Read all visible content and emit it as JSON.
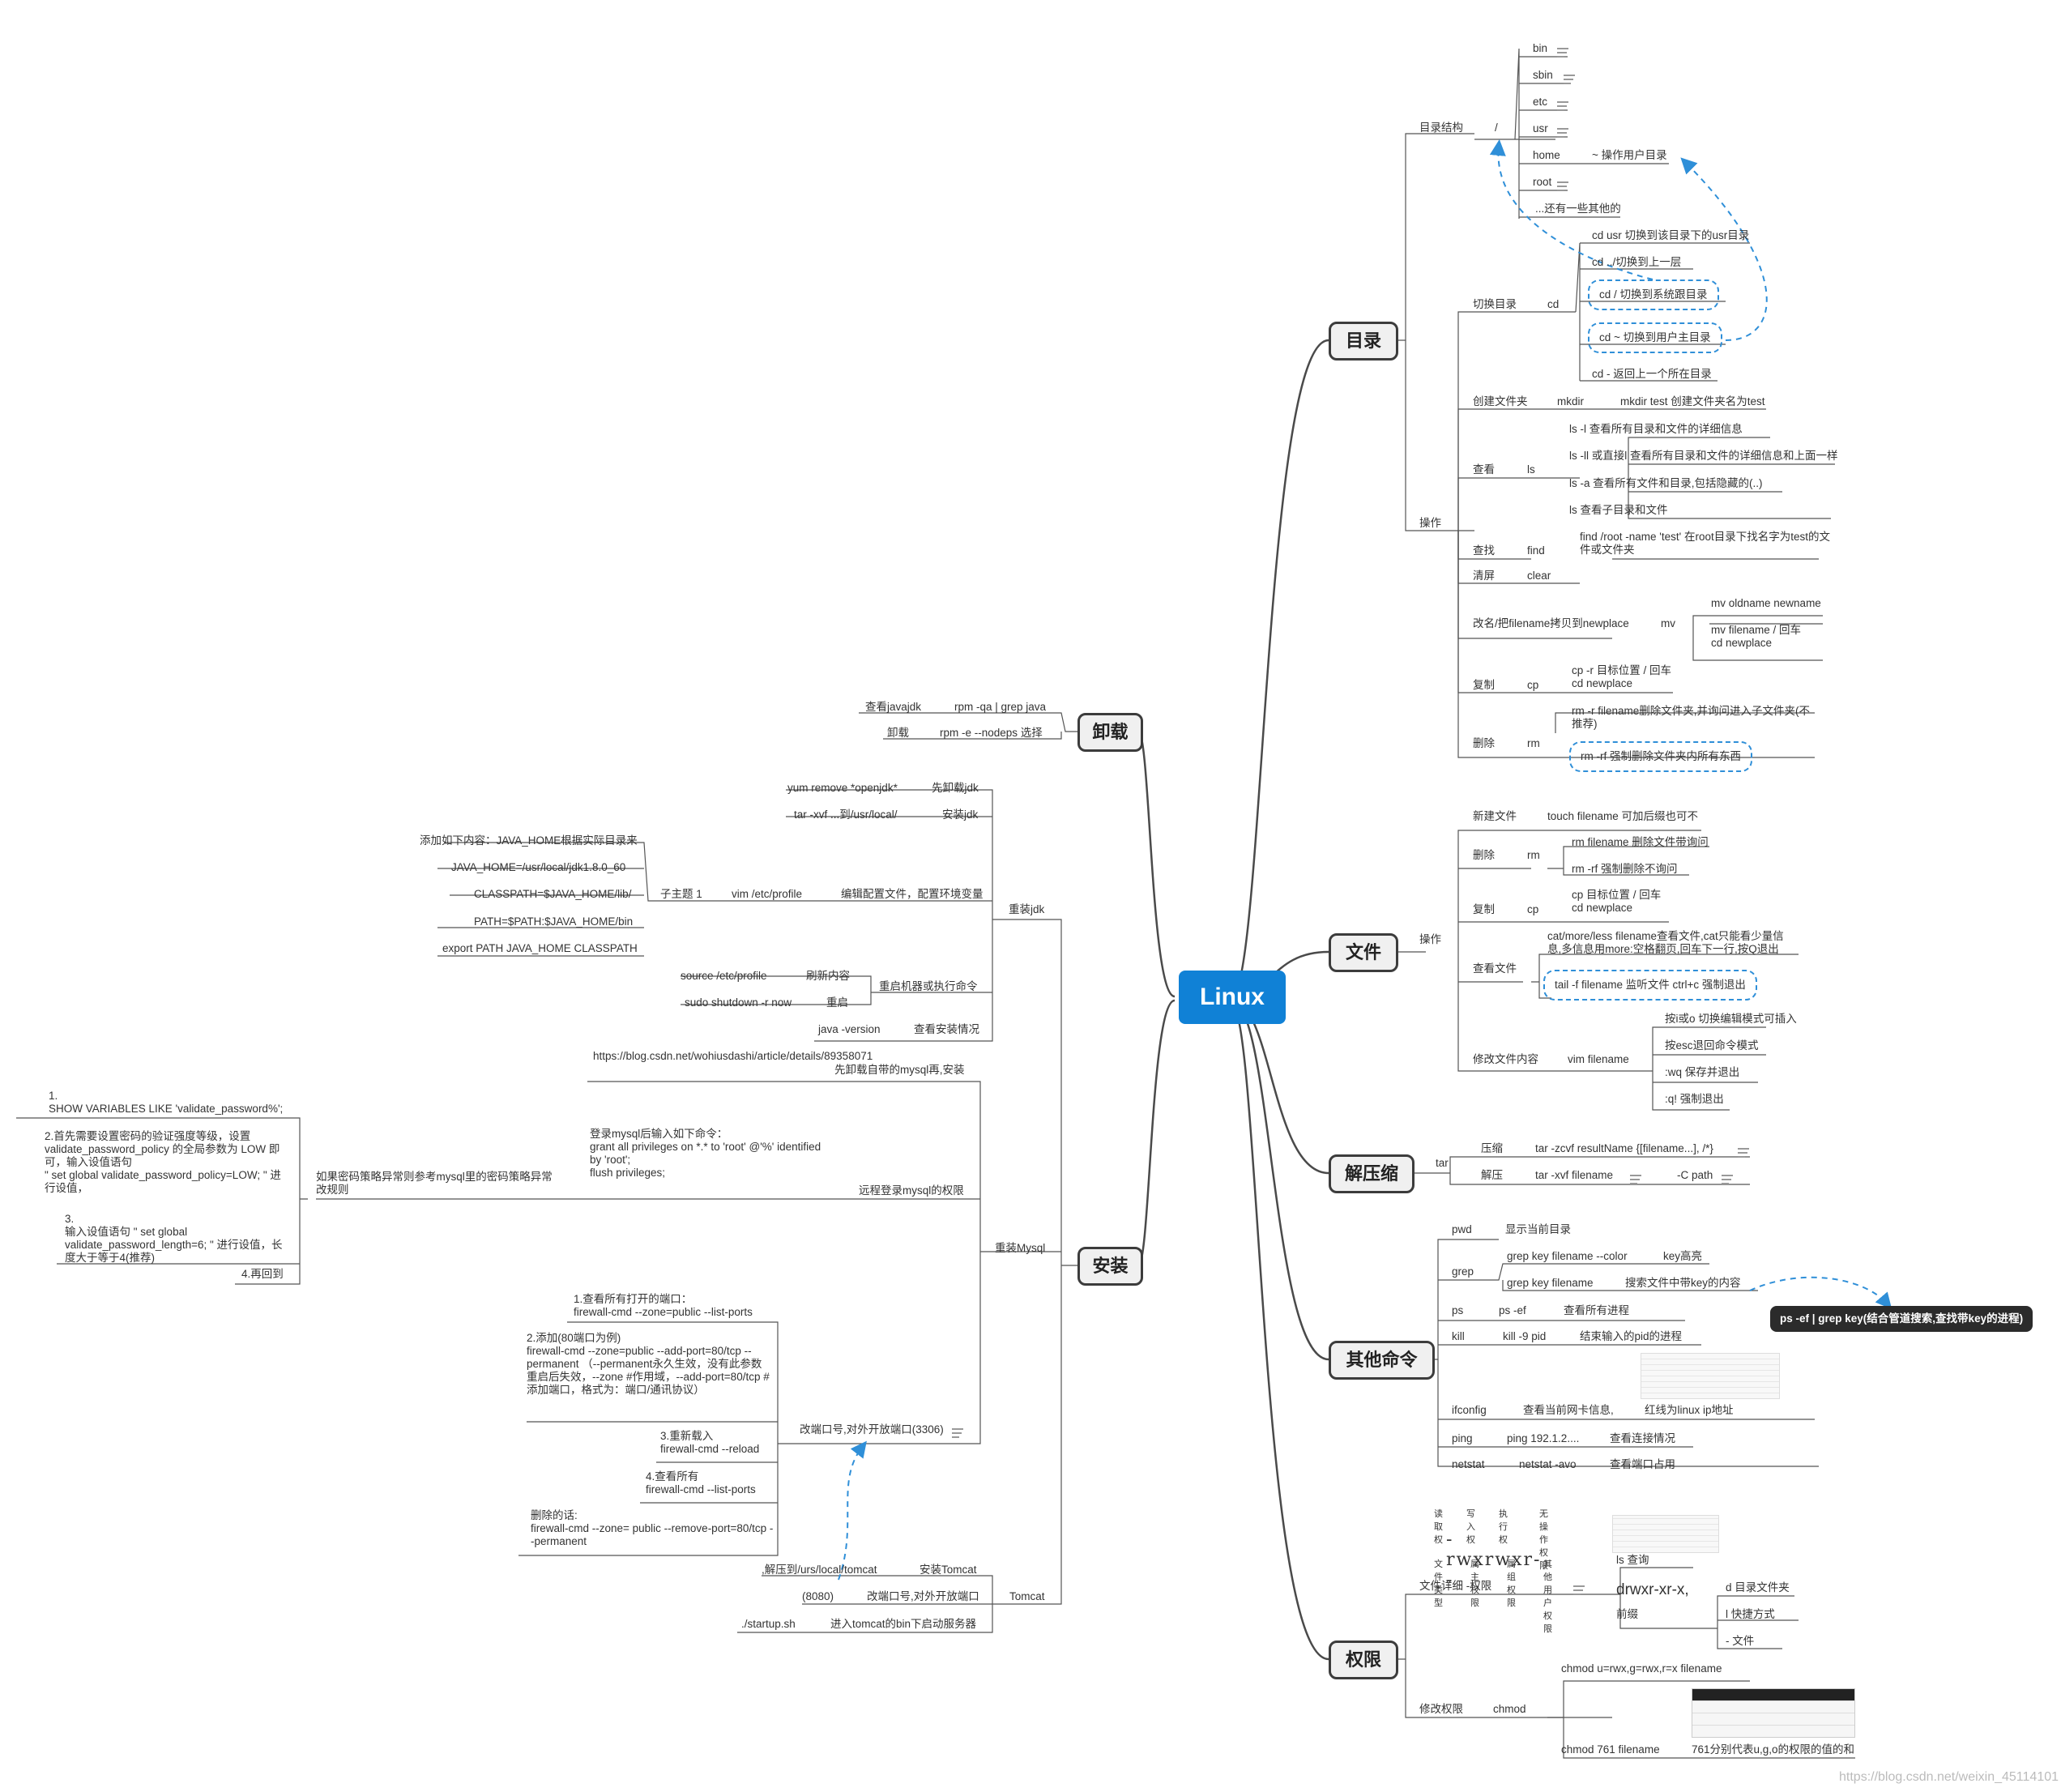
{
  "root": "Linux",
  "branches": {
    "mulu": "目录",
    "wenjian": "文件",
    "jieya": "解压缩",
    "qita": "其他命令",
    "quanxian": "权限",
    "xiezai": "卸载",
    "anzhuang": "安装"
  },
  "mulu": {
    "structure": "目录结构",
    "slash": "/",
    "dirs": [
      "bin",
      "sbin",
      "etc",
      "usr",
      "home",
      "root",
      "...还有一些其他的"
    ],
    "home_note": "~ 操作用户目录",
    "ops": "操作",
    "cd_group": "切换目录",
    "cd": "cd",
    "cd_items": [
      "cd usr 切换到该目录下的usr目录",
      "cd ../切换到上一层",
      "cd / 切换到系统跟目录",
      "cd ~ 切换到用户主目录",
      "cd - 返回上一个所在目录"
    ],
    "mkdir_group": "创建文件夹",
    "mkdir": "mkdir",
    "mkdir_item": "mkdir test 创建文件夹名为test",
    "ls_group": "查看",
    "ls": "ls",
    "ls_items": [
      "ls -l 查看所有目录和文件的详细信息",
      "ls -ll 或直接l 查看所有目录和文件的详细信息和上面一样",
      "ls -a 查看所有文件和目录,包括隐藏的(..)",
      "ls 查看子目录和文件"
    ],
    "find_group": "查找",
    "find": "find",
    "find_item": "find /root -name 'test' 在root目录下找名字为test的文件或文件夹",
    "clear_group": "清屏",
    "clear": "clear",
    "mv_group": "改名/把filename拷贝到newplace",
    "mv": "mv",
    "mv_items": [
      "mv oldname newname",
      "mv filename / 回车\ncd newplace"
    ],
    "cp_group": "复制",
    "cp": "cp",
    "cp_item": "cp -r 目标位置 / 回车\ncd newplace",
    "rm_group": "删除",
    "rm": "rm",
    "rm_items": [
      "rm -r filename删除文件夹,并询问进入子文件夹(不推荐)",
      "rm -rf 强制删除文件夹内所有东西"
    ]
  },
  "wenjian": {
    "ops": "操作",
    "new_group": "新建文件",
    "new_item": "touch filename 可加后缀也可不",
    "del_group": "删除",
    "del": "rm",
    "del_items": [
      "rm filename 删除文件带询问",
      "rm -rf 强制删除不询问"
    ],
    "cp_group": "复制",
    "cp": "cp",
    "cp_item": "cp  目标位置 / 回车\ncd newplace",
    "view_group": "查看文件",
    "view_items": [
      "cat/more/less  filename查看文件,cat只能看少量信息,多信息用more:空格翻页,回车下一行,按Q退出",
      "tail -f filename 监听文件  ctrl+c 强制退出"
    ],
    "edit_group": "修改文件内容",
    "edit": "vim filename",
    "edit_items": [
      "按i或o 切换编辑模式可插入",
      "按esc退回命令模式",
      ":wq 保存并退出",
      ":q! 强制退出"
    ]
  },
  "jieya": {
    "tar": "tar",
    "compress": "压缩",
    "compress_item": "tar -zcvf  resultName  {[filename...], /*}",
    "extract": "解压",
    "extract_item": "tar -xvf  filename",
    "extract_c": "-C path"
  },
  "qita": {
    "pwd": "pwd",
    "pwd_item": "显示当前目录",
    "grep": "grep",
    "grep_items": [
      "grep key filename --color",
      "grep key filename"
    ],
    "grep_notes": [
      "key高亮",
      "搜索文件中带key的内容"
    ],
    "ps": "ps",
    "ps_item": "ps -ef",
    "ps_note": "查看所有进程",
    "ps_callout": "ps -ef | grep key(结合管道搜索,查找带key的进程)",
    "kill": "kill",
    "kill_item": "kill -9 pid",
    "kill_note": "结束输入的pid的进程",
    "ifconfig": "ifconfig",
    "ifconfig_item": "查看当前网卡信息,",
    "ifconfig_note": "红线为linux ip地址",
    "ping": "ping",
    "ping_item": "ping 192.1.2....",
    "ping_note": "查看连接情况",
    "netstat": "netstat",
    "netstat_item": "netstat -avo",
    "netstat_note": "查看端口占用"
  },
  "quanxian": {
    "detail": "文件详细 -权限",
    "perm_labels": [
      "读取权",
      "写入权",
      "执行权",
      "无操作权限"
    ],
    "perm_string": "-rwxrwxr--",
    "perm_bottom": [
      "文件类型",
      "属主权限",
      "属组权限",
      "其他用户权限"
    ],
    "ls_query": "ls 查询",
    "mode": "drwxr-xr-x,",
    "prefix": "前缀",
    "prefix_items": [
      "d 目录文件夹",
      "l 快捷方式",
      "- 文件"
    ],
    "modify": "修改权限",
    "chmod": "chmod",
    "chmod_items": [
      "chmod u=rwx,g=rwx,r=x filename",
      "chmod 761 filename"
    ],
    "chmod_note": "761分别代表u,g,o的权限的值的和"
  },
  "xiezai": {
    "items": [
      "查看javajdk",
      "卸载"
    ],
    "cmds": [
      "rpm -qa | grep java",
      "rpm -e --nodeps 选择"
    ]
  },
  "anzhuang": {
    "jdk": "重装jdk",
    "jdk_steps": [
      "先卸载jdk",
      "安装jdk",
      "编辑配置文件，配置环境变量",
      "重启机器或执行命令",
      "查看安装情况"
    ],
    "jdk_cmds": [
      "yum remove *openjdk*",
      "tar -xvf ...到/usr/local/",
      "vim /etc/profile",
      "java -version"
    ],
    "subtopic": "子主题 1",
    "profile_lines": [
      "添加如下内容：JAVA_HOME根据实际目录来",
      "JAVA_HOME=/usr/local/jdk1.8.0_60",
      "CLASSPATH=$JAVA_HOME/lib/",
      "PATH=$PATH:$JAVA_HOME/bin",
      "export PATH JAVA_HOME CLASSPATH"
    ],
    "restart_items": [
      "source /etc/profile",
      "sudo shutdown -r now"
    ],
    "restart_notes": [
      "刷新内容",
      "重启"
    ],
    "mysql": "重装Mysql",
    "mysql_step1": "先卸载自带的mysql再,安装",
    "mysql_link": "https://blog.csdn.net/wohiusdashi/article/details/89358071",
    "mysql_step2": "远程登录mysql的权限",
    "mysql_grant": "登录mysql后输入如下命令：\ngrant all privileges on *.* to 'root' @'%' identified by 'root';\nflush privileges;",
    "mysql_policy": "如果密码策略异常则参考mysql里的密码策略异常改规则",
    "policy_items": [
      "1.\nSHOW VARIABLES LIKE 'validate_password%';",
      "2.首先需要设置密码的验证强度等级，设置 validate_password_policy 的全局参数为 LOW 即可，输入设值语句\n\" set global validate_password_policy=LOW; \" 进行设值，",
      "3.\n输入设值语句 \" set global validate_password_length=6; \" 进行设值，长度大于等于4(推荐)",
      "4.再回到"
    ],
    "port": "改端口号,对外开放端口(3306)",
    "port_items": [
      "1.查看所有打开的端口：\nfirewall-cmd --zone=public --list-ports",
      "2.添加(80端口为例)\nfirewall-cmd --zone=public --add-port=80/tcp --permanent    （--permanent永久生效，没有此参数重启后失效，--zone #作用域，--add-port=80/tcp #添加端口，格式为：端口/通讯协议）",
      "3.重新载入\nfirewall-cmd --reload",
      "4.查看所有\nfirewall-cmd --list-ports",
      "删除的话:\nfirewall-cmd --zone= public --remove-port=80/tcp --permanent"
    ],
    "tomcat": "Tomcat",
    "tomcat_steps": [
      "安装Tomcat",
      "改端口号,对外开放端口",
      "进入tomcat的bin下启动服务器"
    ],
    "tomcat_cmds": [
      ",解压到/urs/local/tomcat",
      "(8080)",
      "./startup.sh"
    ]
  },
  "watermark": "https://blog.csdn.net/weixin_45114101",
  "colors": {
    "root": "#1081d6",
    "line": "#4a4a4a",
    "dash": "#2f8fd8"
  }
}
